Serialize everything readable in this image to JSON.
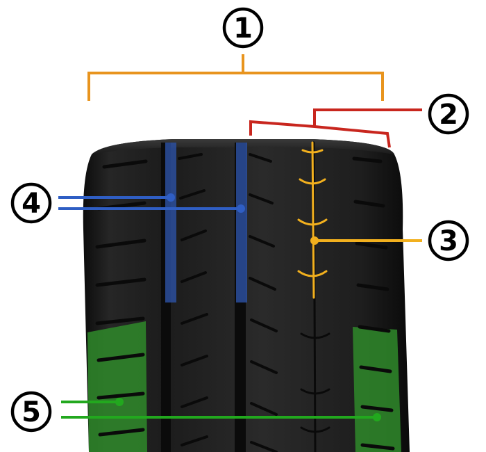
{
  "callouts": [
    {
      "id": "1",
      "label": "①",
      "color": "#e8941e"
    },
    {
      "id": "2",
      "label": "②",
      "color": "#c8261e"
    },
    {
      "id": "3",
      "label": "③",
      "color": "#f2b01e"
    },
    {
      "id": "4",
      "label": "④",
      "color": "#2f5ec4"
    },
    {
      "id": "5",
      "label": "⑤",
      "color": "#22a81e"
    }
  ],
  "colors": {
    "tire_dark": "#141414",
    "tire_mid": "#2a2a2a",
    "groove": "#0a0a0a",
    "blue_zone": "#2c4f9e",
    "green_zone": "#2f8a2a"
  }
}
